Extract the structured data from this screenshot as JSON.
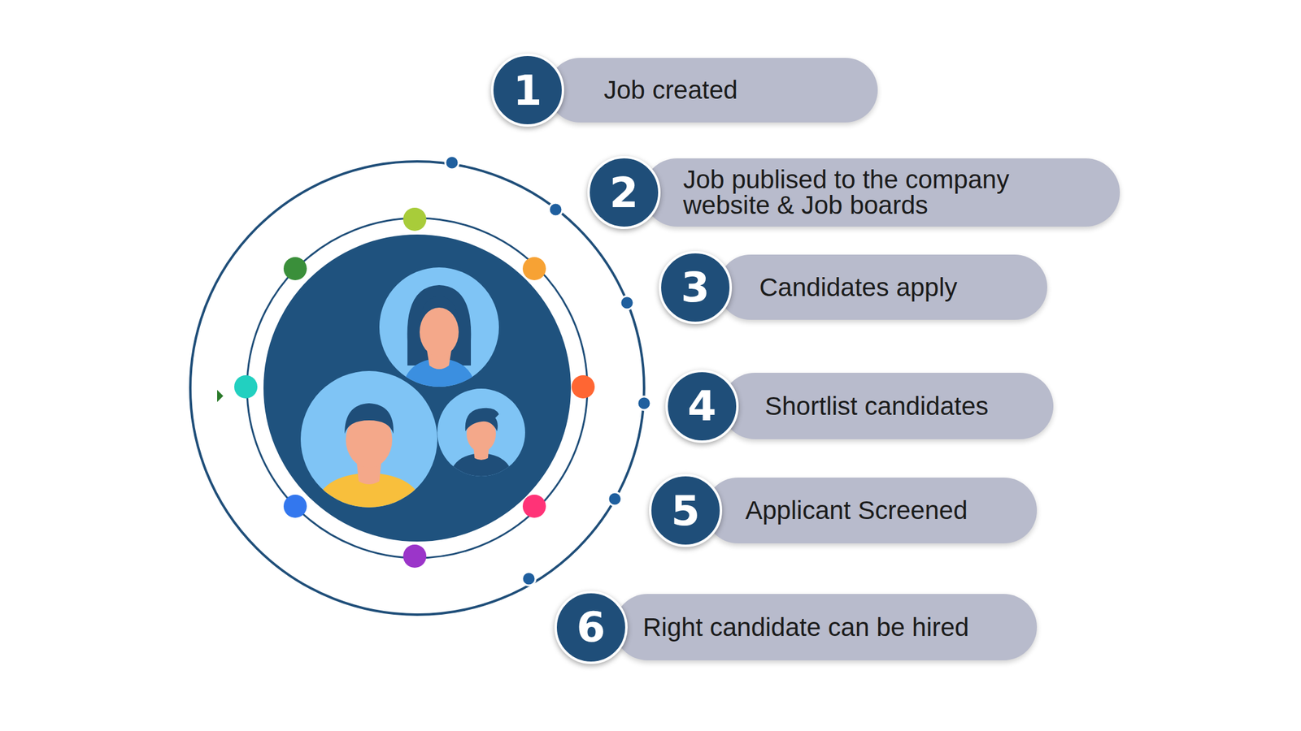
{
  "diagram": {
    "nodes": [
      {
        "text": [
          "1",
          "Job created"
        ]
      },
      {
        "text": [
          "2",
          "Job publised to the company website & Job boards"
        ]
      },
      {
        "text": [
          "3",
          "Candidates apply"
        ]
      },
      {
        "text": [
          "4",
          "Shortlist candidates"
        ]
      },
      {
        "text": [
          "5",
          "Applicant Screened"
        ]
      },
      {
        "text": [
          "6",
          "Right candidate can be hired"
        ]
      }
    ]
  }
}
